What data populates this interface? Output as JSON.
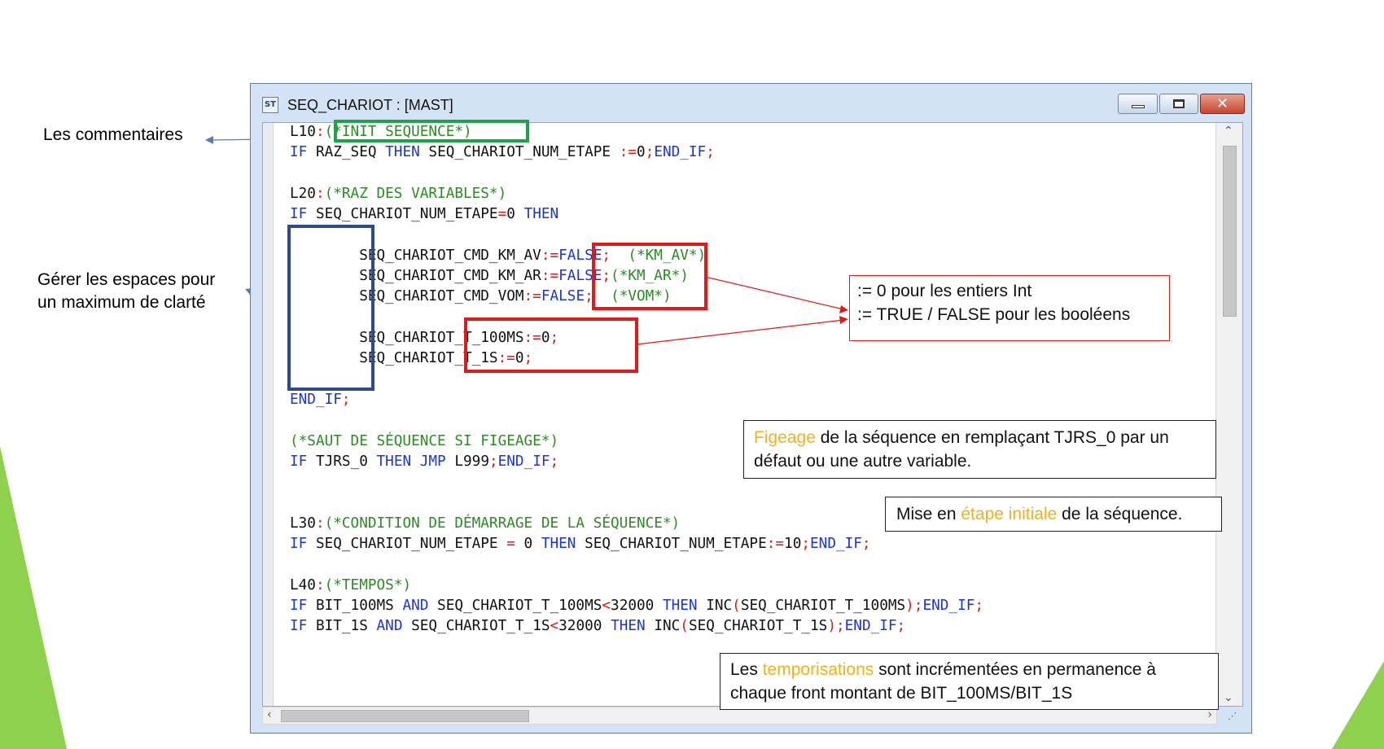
{
  "window": {
    "title": "SEQ_CHARIOT : [MAST]",
    "icon_label": "ST",
    "buttons": {
      "minimize": "minimize-icon",
      "maximize": "maximize-icon",
      "close": "✕"
    }
  },
  "annotations": {
    "comments_label": "Les commentaires",
    "spacing_label_line1": "Gérer les espaces pour",
    "spacing_label_line2": "un maximum de clarté"
  },
  "callouts": {
    "assign_line1": ":= 0 pour les entiers Int",
    "assign_line2": ":= TRUE / FALSE pour les booléens",
    "freeze_highlight": "Figeage",
    "freeze_rest_line1": " de la séquence en remplaçant TJRS_0 par un",
    "freeze_line2": "défaut ou une autre variable.",
    "initial_prefix": "Mise en ",
    "initial_highlight": "étape initiale",
    "initial_suffix": " de la séquence.",
    "timer_prefix": "Les ",
    "timer_highlight": "temporisations",
    "timer_rest_line1": " sont incrémentées en permanence à",
    "timer_line2": "chaque front montant de BIT_100MS/BIT_1S"
  },
  "code_lines": [
    [
      [
        "tx",
        "L10"
      ],
      [
        "op",
        ":"
      ],
      [
        "cm",
        "(*INIT SEQUENCE*)"
      ]
    ],
    [
      [
        "kw",
        "IF"
      ],
      [
        "tx",
        " RAZ_SEQ "
      ],
      [
        "kw",
        "THEN"
      ],
      [
        "tx",
        " SEQ_CHARIOT_NUM_ETAPE "
      ],
      [
        "op",
        ":="
      ],
      [
        "tx",
        "0"
      ],
      [
        "op",
        ";"
      ],
      [
        "kw",
        "END_IF"
      ],
      [
        "op",
        ";"
      ]
    ],
    [],
    [
      [
        "tx",
        "L20"
      ],
      [
        "op",
        ":"
      ],
      [
        "cm",
        "(*RAZ DES VARIABLES*)"
      ]
    ],
    [
      [
        "kw",
        "IF"
      ],
      [
        "tx",
        " SEQ_CHARIOT_NUM_ETAPE"
      ],
      [
        "op",
        "="
      ],
      [
        "tx",
        "0 "
      ],
      [
        "kw",
        "THEN"
      ]
    ],
    [],
    [
      [
        "tx",
        "        SEQ_CHARIOT_CMD_KM_AV"
      ],
      [
        "op",
        ":="
      ],
      [
        "kw",
        "FALSE"
      ],
      [
        "op",
        ";"
      ],
      [
        "tx",
        "  "
      ],
      [
        "cm",
        "(*KM_AV*)"
      ]
    ],
    [
      [
        "tx",
        "        SEQ_CHARIOT_CMD_KM_AR"
      ],
      [
        "op",
        ":="
      ],
      [
        "kw",
        "FALSE"
      ],
      [
        "op",
        ";"
      ],
      [
        "cm",
        "(*KM_AR*)"
      ]
    ],
    [
      [
        "tx",
        "        SEQ_CHARIOT_CMD_VOM"
      ],
      [
        "op",
        ":="
      ],
      [
        "kw",
        "FALSE"
      ],
      [
        "op",
        ";"
      ],
      [
        "tx",
        "  "
      ],
      [
        "cm",
        "(*VOM*)"
      ]
    ],
    [],
    [
      [
        "tx",
        "        SEQ_CHARIOT_T_100MS"
      ],
      [
        "op",
        ":="
      ],
      [
        "tx",
        "0"
      ],
      [
        "op",
        ";"
      ]
    ],
    [
      [
        "tx",
        "        SEQ_CHARIOT_T_1S"
      ],
      [
        "op",
        ":="
      ],
      [
        "tx",
        "0"
      ],
      [
        "op",
        ";"
      ]
    ],
    [],
    [
      [
        "kw",
        "END_IF"
      ],
      [
        "op",
        ";"
      ]
    ],
    [],
    [
      [
        "cm",
        "(*SAUT DE SÉQUENCE SI FIGEAGE*)"
      ]
    ],
    [
      [
        "kw",
        "IF"
      ],
      [
        "tx",
        " TJRS_0 "
      ],
      [
        "kw",
        "THEN JMP"
      ],
      [
        "tx",
        " L999"
      ],
      [
        "op",
        ";"
      ],
      [
        "kw",
        "END_IF"
      ],
      [
        "op",
        ";"
      ]
    ],
    [],
    [],
    [
      [
        "tx",
        "L30"
      ],
      [
        "op",
        ":"
      ],
      [
        "cm",
        "(*CONDITION DE DÉMARRAGE DE LA SÉQUENCE*)"
      ]
    ],
    [
      [
        "kw",
        "IF"
      ],
      [
        "tx",
        " SEQ_CHARIOT_NUM_ETAPE "
      ],
      [
        "op",
        "="
      ],
      [
        "tx",
        " 0 "
      ],
      [
        "kw",
        "THEN"
      ],
      [
        "tx",
        " SEQ_CHARIOT_NUM_ETAPE"
      ],
      [
        "op",
        ":="
      ],
      [
        "tx",
        "10"
      ],
      [
        "op",
        ";"
      ],
      [
        "kw",
        "END_IF"
      ],
      [
        "op",
        ";"
      ]
    ],
    [],
    [
      [
        "tx",
        "L40"
      ],
      [
        "op",
        ":"
      ],
      [
        "cm",
        "(*TEMPOS*)"
      ]
    ],
    [
      [
        "kw",
        "IF"
      ],
      [
        "tx",
        " BIT_100MS "
      ],
      [
        "kw",
        "AND"
      ],
      [
        "tx",
        " SEQ_CHARIOT_T_100MS"
      ],
      [
        "op",
        "<"
      ],
      [
        "tx",
        "32000 "
      ],
      [
        "kw",
        "THEN"
      ],
      [
        "tx",
        " INC"
      ],
      [
        "op",
        "("
      ],
      [
        "tx",
        "SEQ_CHARIOT_T_100MS"
      ],
      [
        "op",
        ");"
      ],
      [
        "kw",
        "END_IF"
      ],
      [
        "op",
        ";"
      ]
    ],
    [
      [
        "kw",
        "IF"
      ],
      [
        "tx",
        " BIT_1S "
      ],
      [
        "kw",
        "AND"
      ],
      [
        "tx",
        " SEQ_CHARIOT_T_1S"
      ],
      [
        "op",
        "<"
      ],
      [
        "tx",
        "32000 "
      ],
      [
        "kw",
        "THEN"
      ],
      [
        "tx",
        " INC"
      ],
      [
        "op",
        "("
      ],
      [
        "tx",
        "SEQ_CHARIOT_T_1S"
      ],
      [
        "op",
        ");"
      ],
      [
        "kw",
        "END_IF"
      ],
      [
        "op",
        ";"
      ]
    ]
  ],
  "colors": {
    "keyword": "#1b35d6",
    "comment": "#2d8a24",
    "operator": "#d0201a",
    "highlight_green": "#1fa34a",
    "highlight_red": "#e01a1a",
    "highlight_blue": "#2c4a8c",
    "accent_orange": "#f0b21a",
    "slide_green": "#8fd14f"
  }
}
